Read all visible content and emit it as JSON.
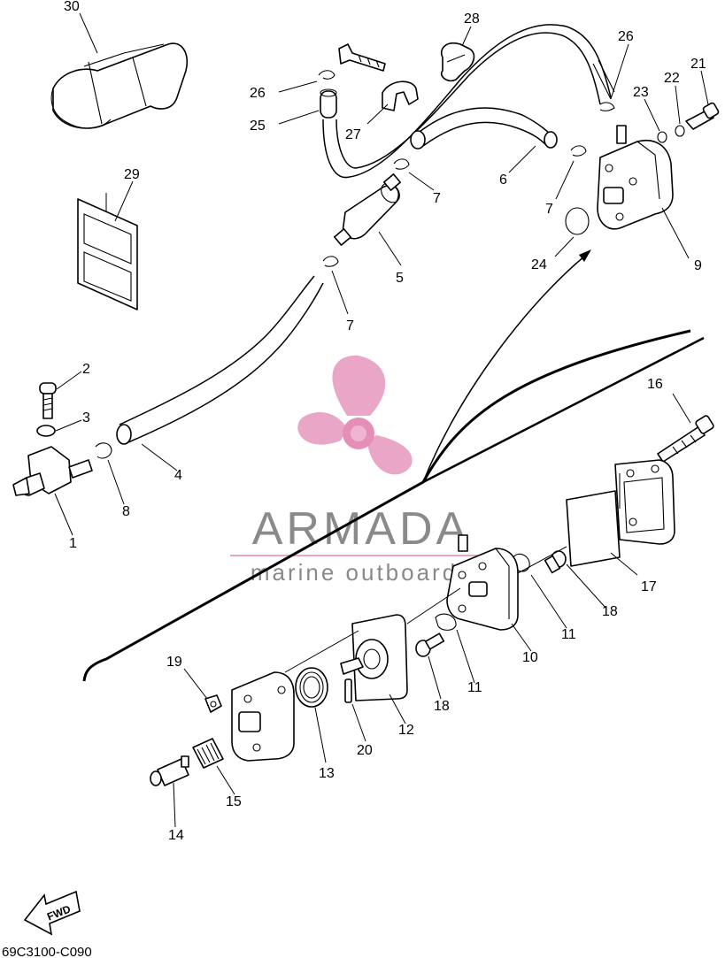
{
  "callouts": [
    "1",
    "2",
    "3",
    "4",
    "5",
    "6",
    "7",
    "8",
    "9",
    "10",
    "11",
    "12",
    "13",
    "14",
    "15",
    "16",
    "17",
    "18",
    "19",
    "20",
    "21",
    "22",
    "23",
    "24",
    "25",
    "26",
    "27",
    "28",
    "29",
    "30"
  ],
  "watermark": {
    "brand": "ARMADA",
    "tagline": "marine outboards",
    "logo_color": "#e9a6c6",
    "text_color": "#8a8a8a"
  },
  "fwd_label": "FWD",
  "diagram_code": "69C3100-C090"
}
